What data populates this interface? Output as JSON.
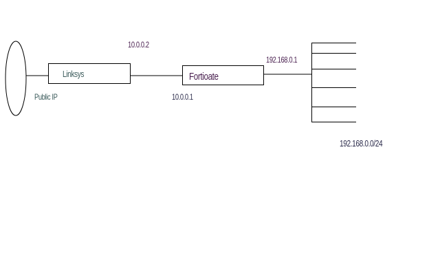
{
  "diagram": {
    "nodes": {
      "internet": {
        "shape": "ellipse"
      },
      "linksys": {
        "label": "Linksys"
      },
      "fortigate": {
        "label": "Fortioate"
      },
      "lan": {
        "label": "192.168.0.0/24",
        "host_lines": 6
      }
    },
    "labels": {
      "public_ip": "Public IP",
      "linksys_lan_ip": "10.0.0.2",
      "fortigate_wan_ip": "10.0.0.1",
      "fortigate_lan_ip": "192.168.0.1"
    },
    "colors": {
      "line": "#000000",
      "label_teal": "#3a5a5a",
      "label_purple": "#4a2050"
    }
  }
}
